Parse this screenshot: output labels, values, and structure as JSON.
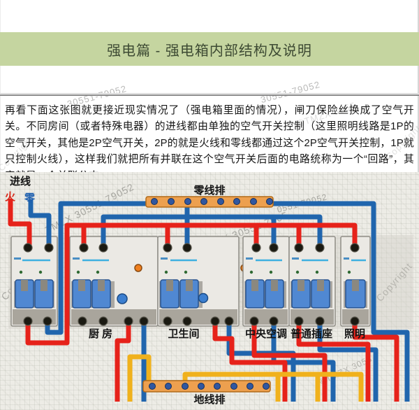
{
  "header": {
    "title": "强电篇 - 强电箱内部结构及说明"
  },
  "intro": {
    "paragraph": "再看下面这张图就更接近现实情况了（强电箱里面的情况），闸刀保险丝换成了空气开关。不同房间（或者特殊电器）的进线都由单独的空气开关控制（这里照明线路是1P的空气开关，其他是2P空气开关，2P的就是火线和零线都通过这个2P空气开关控制，1P就只控制火线），这样我们就把所有并联在这个空气开关后面的电路统称为一个“回路”，其实就是一个并联分支。"
  },
  "watermark": {
    "full": "Copyright © TMZX 30551-79052",
    "code": "30551-79052",
    "code2": "0551-79052",
    "copyright": "Copyright ©",
    "copyright_word": "Copyright",
    "tmzx": "TMZX 30551-79052",
    "mid": "© TMZX 30551-7905",
    "small": "©TMZX 3055"
  },
  "diagram": {
    "incoming": {
      "label": "进线",
      "live": "火",
      "neutral": "零"
    },
    "neutral_bar_label": "零线排",
    "ground_bar_label": "地线排",
    "breakers": {
      "kitchen": "厨房",
      "bathroom": "卫生间",
      "ac": "中央空调",
      "outlets": "普通插座",
      "lighting": "照明"
    },
    "colors": {
      "title_band": "#c5d5a0",
      "live_wire": "#e6221a",
      "neutral_wire": "#2065ad",
      "ground_wire": "#f0b11c",
      "bus_bar": "#eda04f",
      "toggle": "#5088d2"
    }
  }
}
